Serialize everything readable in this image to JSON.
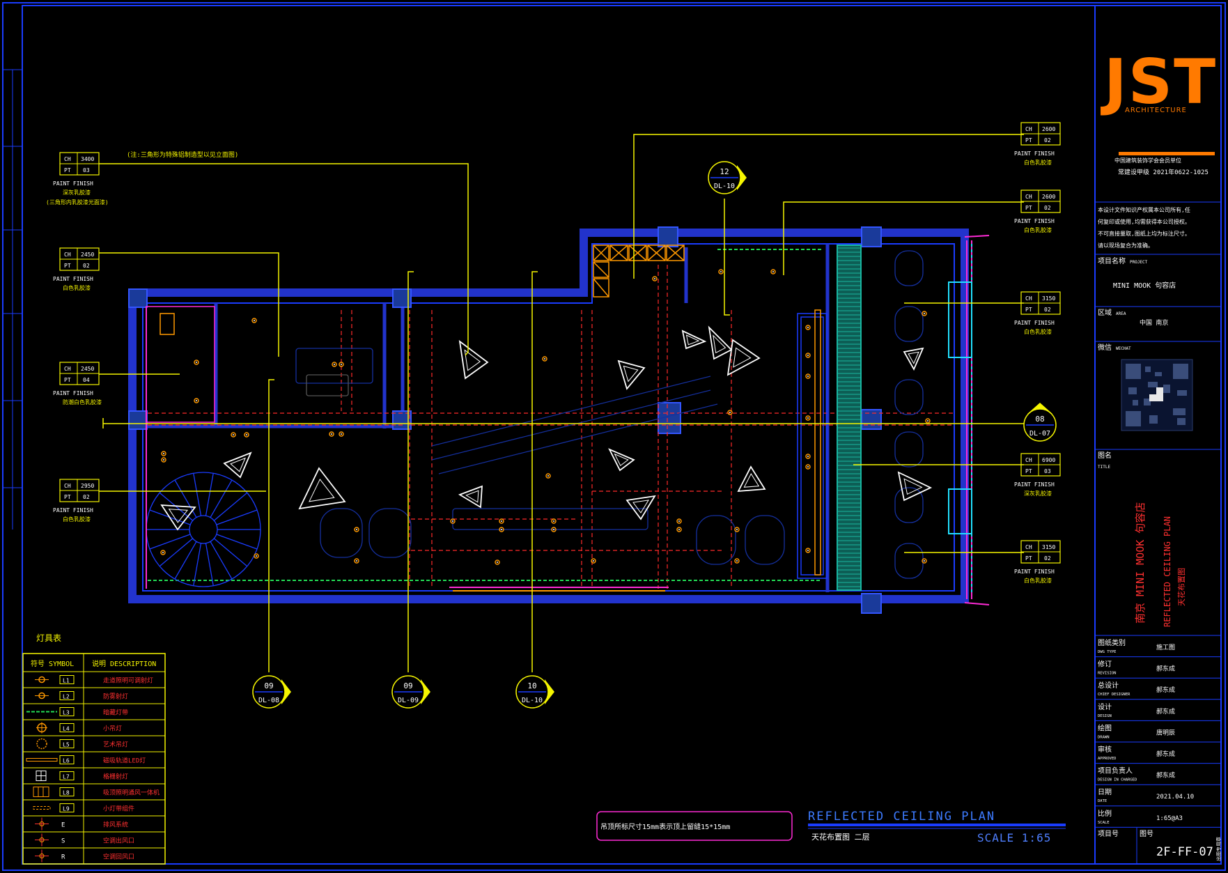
{
  "colors": {
    "frame": "#1a3cff",
    "leader": "#f5f500",
    "wall": "#2233cc",
    "brand": "#ff7a00",
    "grid": "#ff2a2a",
    "teal": "#19b5a0",
    "magenta": "#ff2bd6",
    "cyan": "#22e0ff"
  },
  "titleblock": {
    "logo": "JST",
    "logo_sub": "ARCHITECTURE",
    "company_line1": "中国建筑装饰学会会员单位",
    "company_line2": "常建设甲级 2021年0622-1025",
    "notice": [
      "本设计文件知识产权属本公司所有,任",
      "何复印或使用,均需获得本公司授权。",
      "不可直接量取,图纸上均为标注尺寸。",
      "请以现场复合为准确。"
    ],
    "project_label": "项目名称",
    "project_label_en": "PROJECT",
    "project_name": "MINI MOOK 句容店",
    "area_label": "区域",
    "area_label_en": "AREA",
    "area_name": "中国 南京",
    "wechat_label": "微信",
    "wechat_label_en": "WECHAT",
    "drawing_label": "图名",
    "drawing_label_en": "TITLE",
    "drawing_title_cn": "南京 MINI MOOK 句容店",
    "drawing_title_en": "REFLECTED CEILING PLAN",
    "drawing_title_sub": "天花布置图",
    "rows": [
      {
        "label": "图纸类别",
        "en": "DWG TYPE",
        "value": "施工图"
      },
      {
        "label": "修订",
        "en": "REVISION",
        "value": "郝东成"
      },
      {
        "label": "总设计",
        "en": "CHIEF DESIGNER",
        "value": "郝东成"
      },
      {
        "label": "设计",
        "en": "DESIGN",
        "value": "郝东成"
      },
      {
        "label": "绘图",
        "en": "DRAWN",
        "value": "唐明辰"
      },
      {
        "label": "审核",
        "en": "APPROVED",
        "value": "郝东成"
      },
      {
        "label": "项目负责人",
        "en": "DESIGN IN CHARGED",
        "value": "郝东成"
      },
      {
        "label": "日期",
        "en": "DATE",
        "value": "2021.04.10"
      },
      {
        "label": "比例",
        "en": "SCALE",
        "value": "1:65@A3"
      }
    ],
    "project_no_label": "项目号",
    "sheet_no_label": "图号",
    "sheet_no": "2F-FF-07",
    "edge_label": "出图专用章"
  },
  "legend": {
    "title": "灯具表",
    "header_symbol": "符号 SYMBOL",
    "header_desc": "说明 DESCRIPTION",
    "items": [
      {
        "code": "L1",
        "desc": "走道照明可调射灯"
      },
      {
        "code": "L2",
        "desc": "防雾射灯"
      },
      {
        "code": "L3",
        "desc": "暗藏灯带"
      },
      {
        "code": "L4",
        "desc": "小吊灯"
      },
      {
        "code": "L5",
        "desc": "艺术吊灯"
      },
      {
        "code": "L6",
        "desc": "磁吸轨道LED灯"
      },
      {
        "code": "L7",
        "desc": "格栅射灯"
      },
      {
        "code": "L8",
        "desc": "吸顶照明通风一体机"
      },
      {
        "code": "L9",
        "desc": "小灯带组件"
      },
      {
        "code": "E",
        "desc": "排风系统"
      },
      {
        "code": "S",
        "desc": "空调出风口"
      },
      {
        "code": "R",
        "desc": "空调回风口"
      }
    ]
  },
  "tags_left": [
    {
      "ch": "3400",
      "pt": "03",
      "title": "PAINT FINISH",
      "cn": "深灰乳胶漆",
      "note": "(三角形内乳胶漆光面漆)"
    },
    {
      "ch": "2450",
      "pt": "02",
      "title": "PAINT FINISH",
      "cn": "白色乳胶漆",
      "note": ""
    },
    {
      "ch": "2450",
      "pt": "04",
      "title": "PAINT FINISH",
      "cn": "防潮白色乳胶漆",
      "note": ""
    },
    {
      "ch": "2950",
      "pt": "02",
      "title": "PAINT FINISH",
      "cn": "白色乳胶漆",
      "note": ""
    }
  ],
  "tags_right": [
    {
      "ch": "2600",
      "pt": "02",
      "title": "PAINT FINISH",
      "cn": "白色乳胶漆"
    },
    {
      "ch": "2600",
      "pt": "02",
      "title": "PAINT FINISH",
      "cn": "白色乳胶漆"
    },
    {
      "ch": "3150",
      "pt": "02",
      "title": "PAINT FINISH",
      "cn": "白色乳胶漆"
    },
    {
      "ch": "6900",
      "pt": "03",
      "title": "PAINT FINISH",
      "cn": "深灰乳胶漆"
    },
    {
      "ch": "3150",
      "pt": "02",
      "title": "PAINT FINISH",
      "cn": "白色乳胶漆"
    }
  ],
  "tag_labels": {
    "ch": "CH",
    "pt": "PT"
  },
  "top_note": "(注:三角形为特殊铝制造型以见立面图)",
  "section_marks": [
    {
      "num": "12",
      "ref": "DL-10"
    },
    {
      "num": "08",
      "ref": "DL-07"
    },
    {
      "num": "09",
      "ref": "DL-08"
    },
    {
      "num": "09",
      "ref": "DL-09"
    },
    {
      "num": "10",
      "ref": "DL-10"
    }
  ],
  "bottom_note": "吊顶所标尺寸15mm表示顶上留缝15*15mm",
  "plan_title_en": "REFLECTED CEILING PLAN",
  "plan_title_cn": "天花布置图 二层",
  "plan_scale": "SCALE 1:65"
}
